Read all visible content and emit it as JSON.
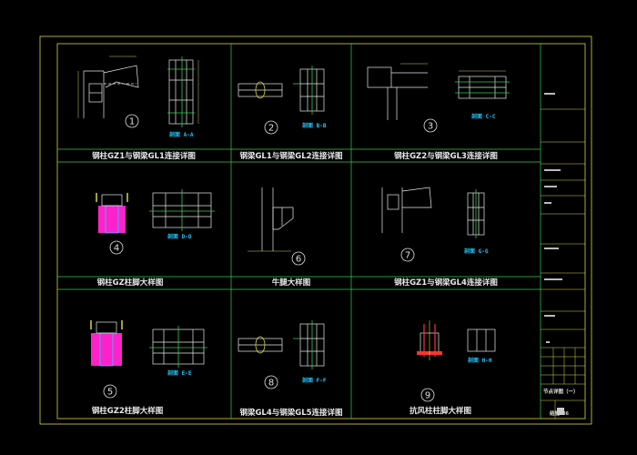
{
  "colors": {
    "background": "#000000",
    "frame": "#d8d840",
    "grid": "#33cc55",
    "drawing": "#e8e8e8",
    "accent": "#22c8ff",
    "steel": "#ff22cc",
    "marker": "#ff3333",
    "dim": "#d0d060"
  },
  "panels": [
    {
      "number": "1",
      "caption": "钢柱GZ1与钢梁GL1连接详图",
      "section_label": "剖面 A-A"
    },
    {
      "number": "2",
      "caption": "钢梁GL1与钢梁GL2连接详图",
      "section_label": "剖面 B-B"
    },
    {
      "number": "3",
      "caption": "钢柱GZ2与钢梁GL3连接详图",
      "section_label": "剖面 C-C"
    },
    {
      "number": "4",
      "caption": "钢柱GZ柱脚大样图",
      "section_label": "剖面 D-D"
    },
    {
      "number": "6",
      "caption": "牛腿大样图",
      "section_label": ""
    },
    {
      "number": "7",
      "caption": "钢柱GZ1与钢梁GL4连接详图",
      "section_label": "剖面 G-G"
    },
    {
      "number": "5",
      "caption": "钢柱GZ2柱脚大样图",
      "section_label": "剖面 E-E"
    },
    {
      "number": "8",
      "caption": "钢梁GL4与钢梁GL5连接详图",
      "section_label": "剖面 F-F"
    },
    {
      "number": "9",
      "caption": "抗风柱柱脚大样图",
      "section_label": "剖面 H-H"
    }
  ],
  "title_block": {
    "drawing_title": "节点详图（一）",
    "sheet_number": "结施 06"
  }
}
